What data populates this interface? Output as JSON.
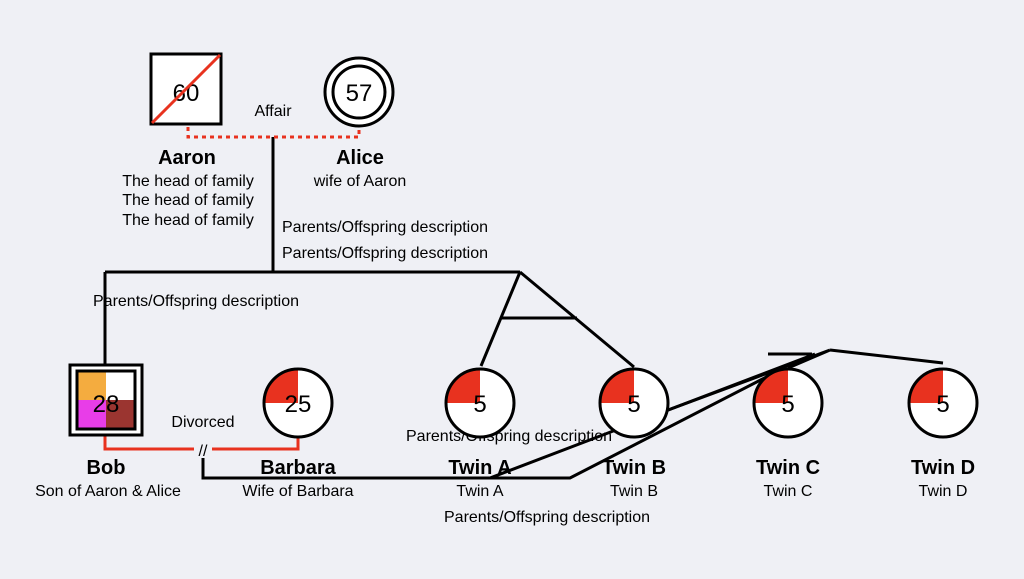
{
  "people": [
    {
      "name": "Aaron",
      "age": "60",
      "descriptions": [
        "The head of family",
        "The head of family",
        "The head of family"
      ],
      "shape": "square",
      "deceased": true
    },
    {
      "name": "Alice",
      "age": "57",
      "descriptions": [
        "wife of Aaron"
      ],
      "shape": "double-circle"
    },
    {
      "name": "Bob",
      "age": "28",
      "descriptions": [
        "Son of Aaron & Alice"
      ],
      "shape": "double-square",
      "quadrant_colors": [
        "#f4ac3f",
        "#ffffff",
        "#e83de8",
        "#9b3530"
      ]
    },
    {
      "name": "Barbara",
      "age": "25",
      "descriptions": [
        "Wife of Barbara"
      ],
      "shape": "circle"
    },
    {
      "name": "Twin A",
      "age": "5",
      "descriptions": [
        "Twin A"
      ],
      "shape": "circle"
    },
    {
      "name": "Twin B",
      "age": "5",
      "descriptions": [
        "Twin B"
      ],
      "shape": "circle"
    },
    {
      "name": "Twin C",
      "age": "5",
      "descriptions": [
        "Twin C"
      ],
      "shape": "circle"
    },
    {
      "name": "Twin D",
      "age": "5",
      "descriptions": [
        "Twin D"
      ],
      "shape": "circle"
    }
  ],
  "relations": {
    "affair": "Affair",
    "divorced": "Divorced",
    "parents_offspring": "Parents/Offspring description"
  },
  "colors": {
    "relation_red": "#e8321f",
    "quarter_fill": "#e8321f",
    "background": "#eff0f5"
  }
}
